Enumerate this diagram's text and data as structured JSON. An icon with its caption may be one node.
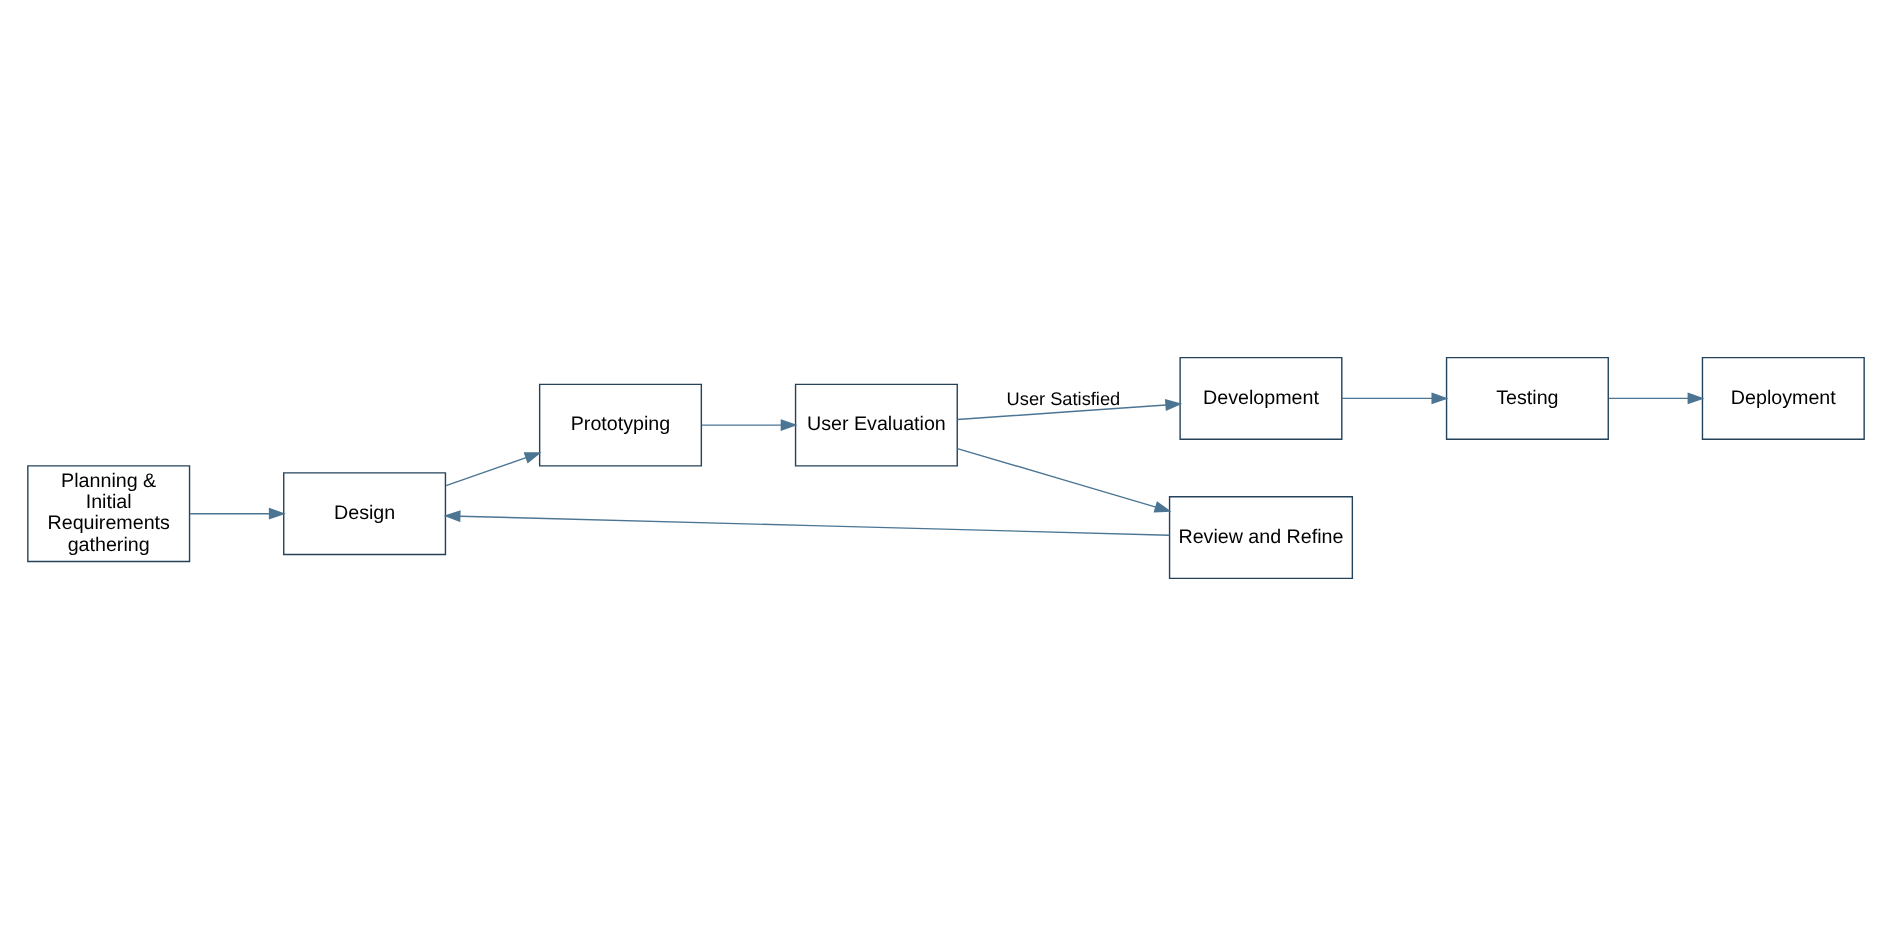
{
  "diagram": {
    "nodes": [
      {
        "text": [
          "Planning & Initial Requirements gathering"
        ]
      },
      {
        "text": [
          "Design"
        ]
      },
      {
        "text": [
          "Prototyping"
        ]
      },
      {
        "text": [
          "User Evaluation"
        ]
      },
      {
        "text": [
          "Review and Refine"
        ]
      },
      {
        "text": [
          "Development"
        ]
      },
      {
        "text": [
          "Testing"
        ]
      },
      {
        "text": [
          "Deployment"
        ]
      }
    ],
    "edges": [
      {
        "from": 0,
        "to": 1,
        "arrow": "to"
      },
      {
        "from": 1,
        "to": 2,
        "arrow": "to"
      },
      {
        "from": 2,
        "to": 3,
        "arrow": "to"
      },
      {
        "from": 3,
        "to": 4,
        "arrow": "to"
      },
      {
        "from": 4,
        "to": 1,
        "arrow": "to"
      },
      {
        "from": 3,
        "to": 5,
        "arrow": "to",
        "label": "User Satisfied"
      },
      {
        "from": 5,
        "to": 6,
        "arrow": "to"
      },
      {
        "from": 6,
        "to": 7,
        "arrow": "to"
      }
    ]
  }
}
